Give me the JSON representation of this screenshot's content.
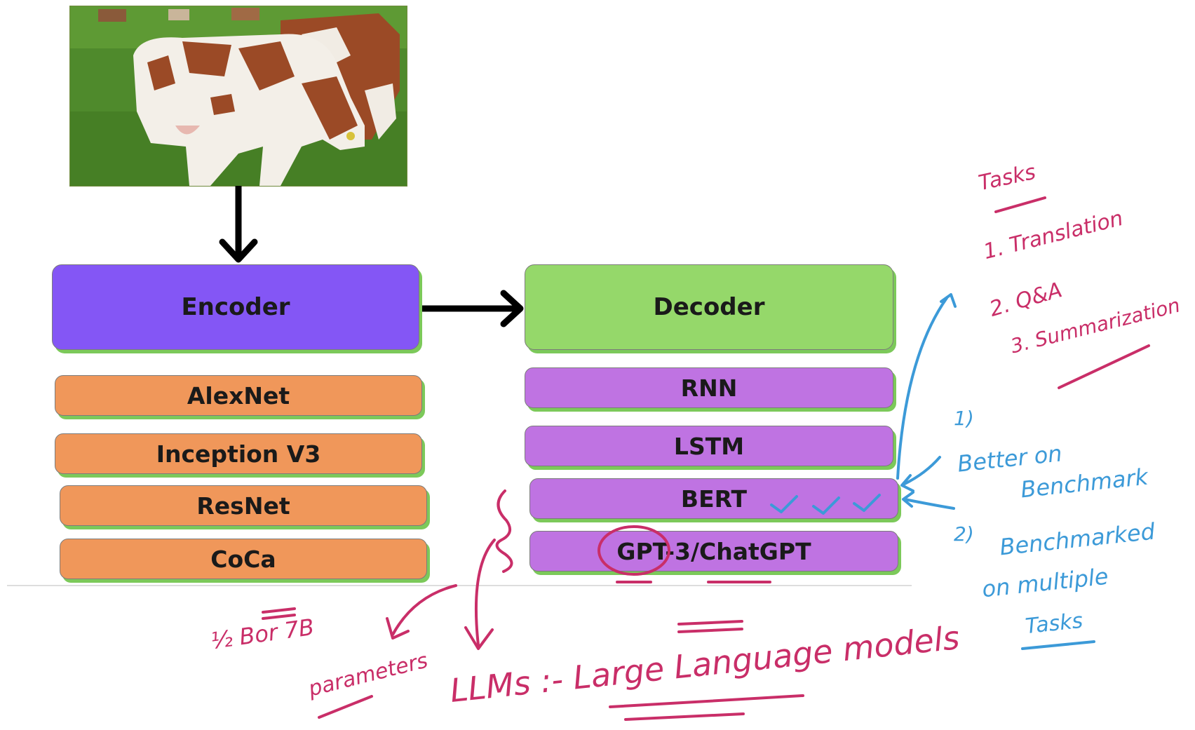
{
  "encoder": {
    "title": "Encoder",
    "items": [
      "AlexNet",
      "Inception V3",
      "ResNet",
      "CoCa"
    ]
  },
  "decoder": {
    "title": "Decoder",
    "items": [
      "RNN",
      "LSTM",
      "BERT",
      "GPT-3/ChatGPT"
    ]
  },
  "annotations": {
    "tasks_title": "Tasks",
    "tasks": [
      "1. Translation",
      "2. Q&A",
      "3. Summarization"
    ],
    "better_num": "1)",
    "better_l1": "Better on",
    "better_l2": "Benchmark",
    "bench_num": "2)",
    "bench_l1": "Benchmarked",
    "bench_l2": "on multiple",
    "bench_l3": "Tasks",
    "params_l1": "½ Bor 7B",
    "params_l2": "parameters",
    "llm": "LLMs :- Large Language models",
    "colors": {
      "pink": "#c92e68",
      "blue": "#3c9ad8"
    }
  }
}
